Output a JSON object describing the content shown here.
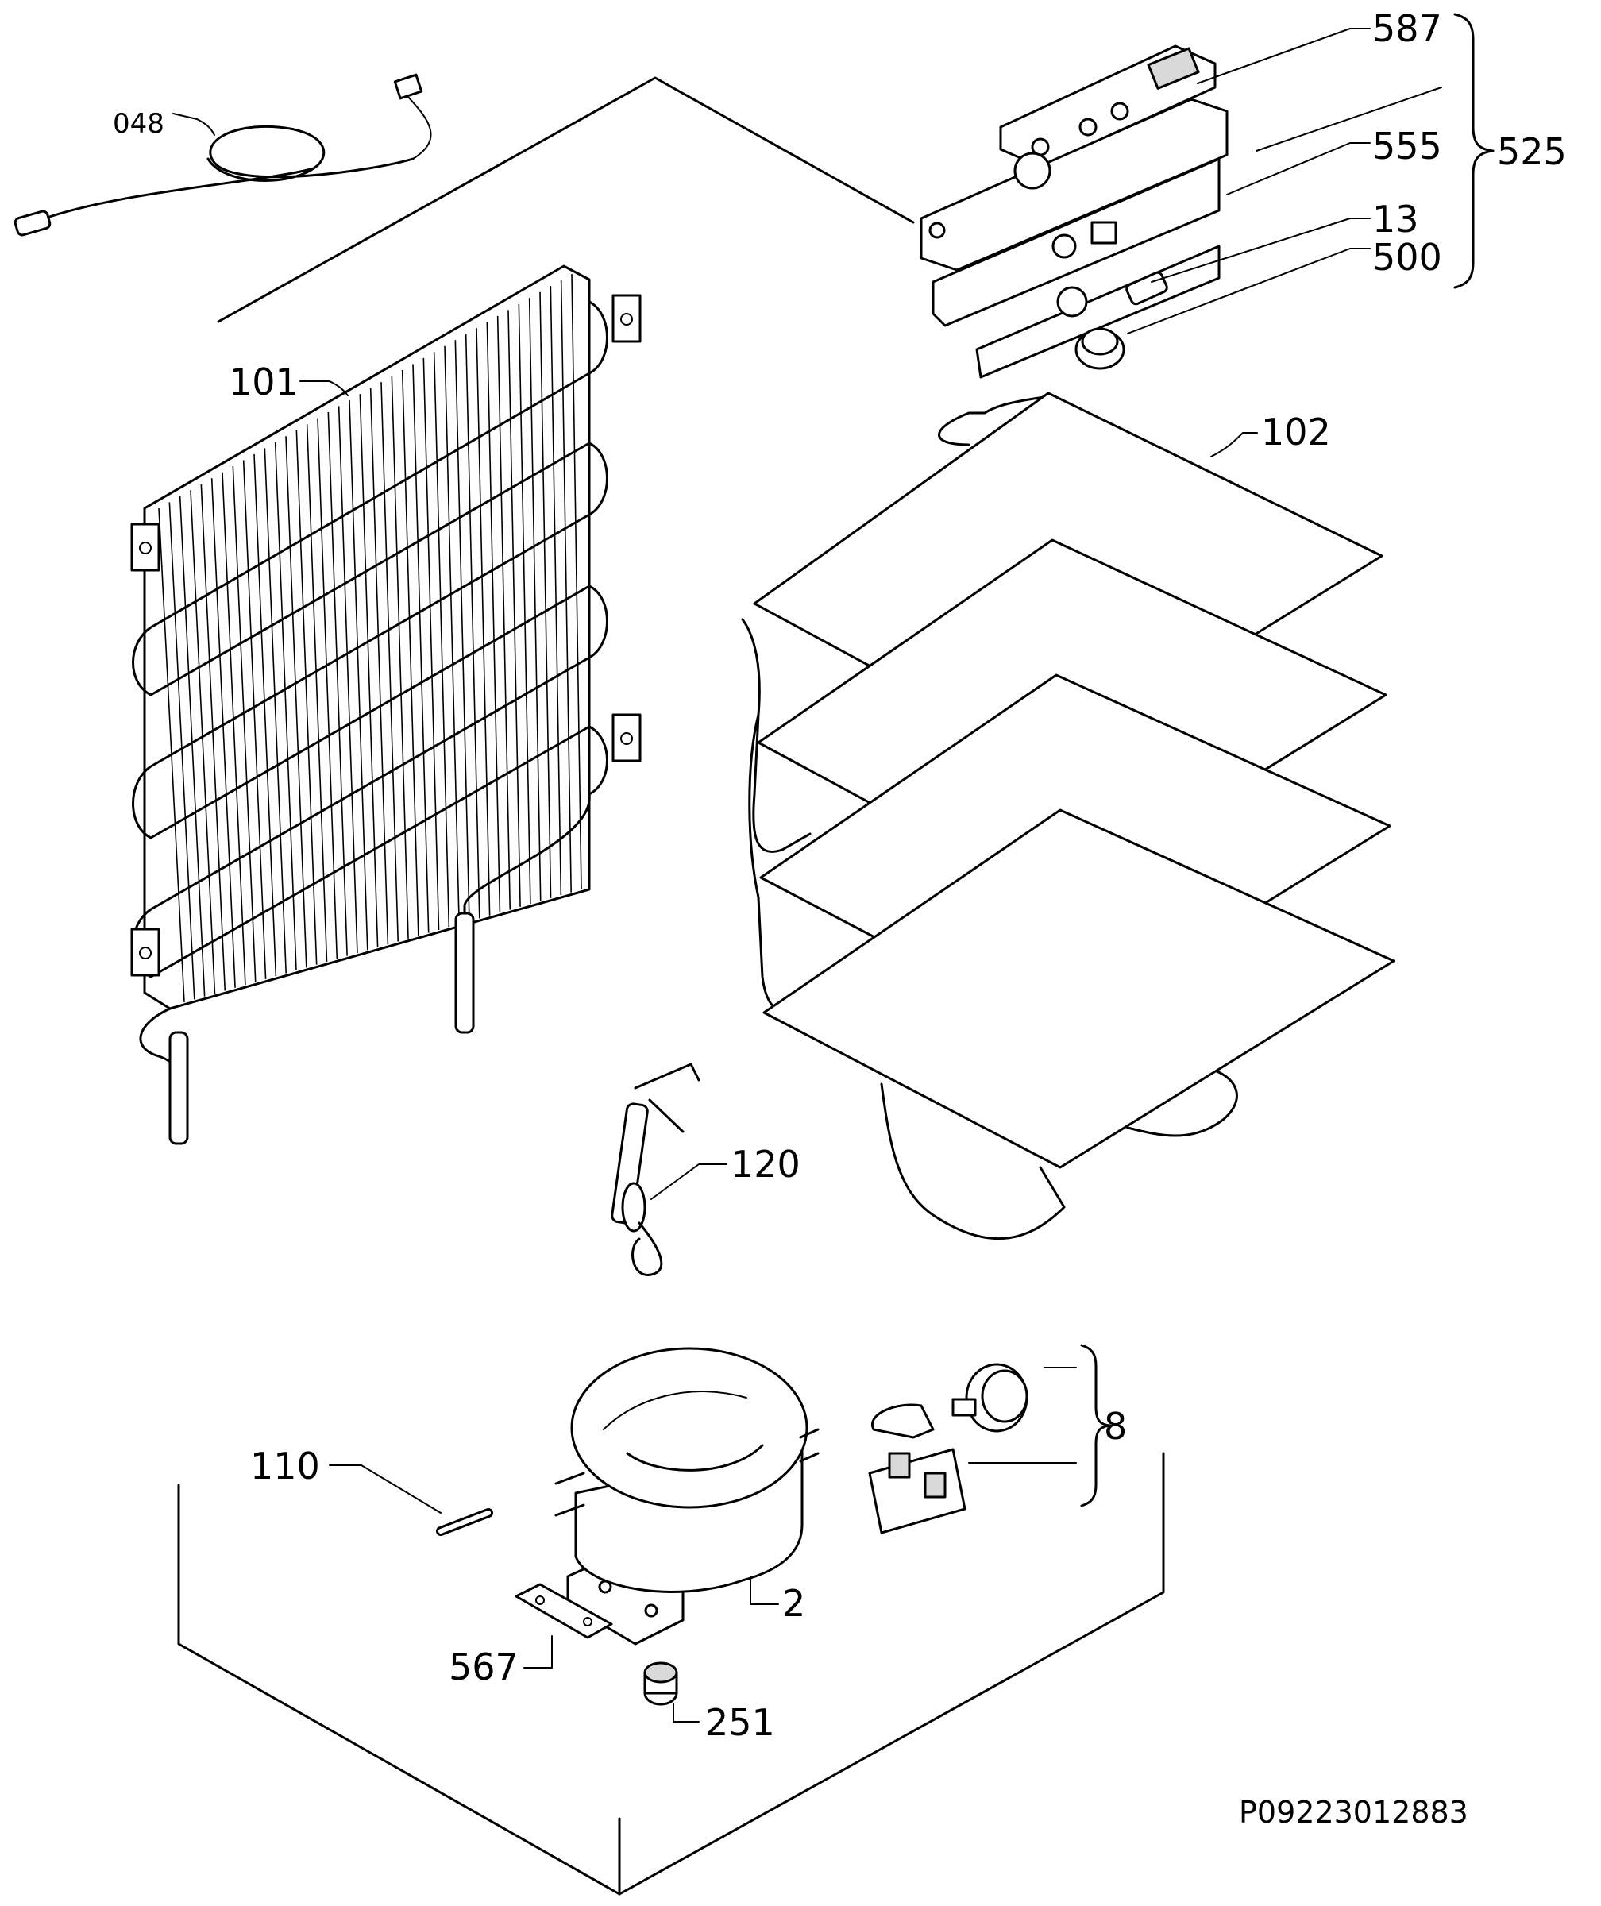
{
  "diagram": {
    "callouts": {
      "c048": "048",
      "c587": "587",
      "c555": "555",
      "c525": "525",
      "c13": "13",
      "c500": "500",
      "c101": "101",
      "c102": "102",
      "c120": "120",
      "c110": "110",
      "c8": "8",
      "c2": "2",
      "c567": "567",
      "c251": "251"
    },
    "reference_code": "P09223012883"
  }
}
